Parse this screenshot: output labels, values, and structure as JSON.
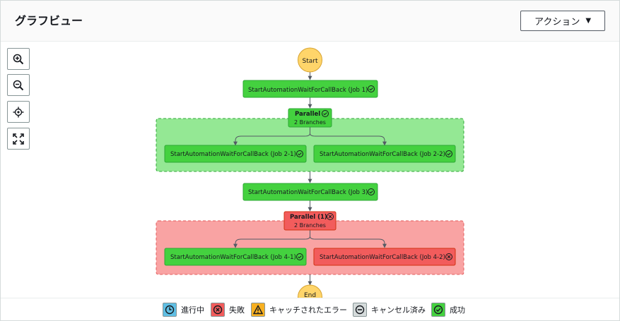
{
  "header": {
    "title": "グラフビュー",
    "action_label": "アクション"
  },
  "colors": {
    "success": "#2ea836",
    "success_fill": "#44d13f",
    "failed": "#f25c5c",
    "branch_green": "#94e894",
    "branch_red": "#f9a3a3",
    "start_end": "#ffd56a"
  },
  "toolbar": {
    "icons": [
      "zoom-in-icon",
      "zoom-out-icon",
      "center-icon",
      "fit-screen-icon"
    ]
  },
  "graph": {
    "start": "Start",
    "end": "End",
    "job1": "StartAutomationWaitForCallBack (Job 1)",
    "parallel1": {
      "label": "Parallel",
      "branches": "2 Branches",
      "status": "success"
    },
    "job2_1": "StartAutomationWaitForCallBack (Job 2-1)",
    "job2_2": "StartAutomationWaitForCallBack (Job 2-2)",
    "job3": "StartAutomationWaitForCallBack (Job 3)",
    "parallel2": {
      "label": "Parallel (1)",
      "branches": "2 Branches",
      "status": "failed"
    },
    "job4_1": "StartAutomationWaitForCallBack (Job 4-1)",
    "job4_2": "StartAutomationWaitForCallBack (Job 4-2)"
  },
  "legend": {
    "in_progress": "進行中",
    "failed": "失敗",
    "caught_error": "キャッチされたエラー",
    "cancelled": "キャンセル済み",
    "succeeded": "成功"
  }
}
